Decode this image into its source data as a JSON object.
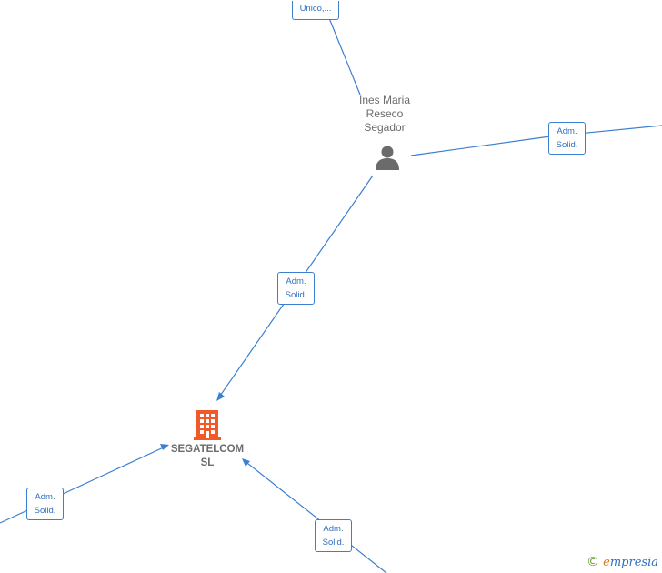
{
  "nodes": {
    "person": {
      "label": "Ines Maria\nReseco\nSegador",
      "icon": "person-icon"
    },
    "company": {
      "label": "SEGATELCOM\nSL",
      "icon": "building-icon"
    }
  },
  "edge_labels": {
    "top": "Unico,...",
    "right": "Adm.\nSolid.",
    "middle": "Adm.\nSolid.",
    "bottom_left": "Adm.\nSolid.",
    "bottom_right": "Adm.\nSolid."
  },
  "watermark": {
    "copyright": "©",
    "brand_initial": "e",
    "brand_rest": "mpresia"
  },
  "colors": {
    "edge": "#3b7fd0",
    "company_icon": "#f05a28",
    "person_icon": "#6b6b6b"
  }
}
